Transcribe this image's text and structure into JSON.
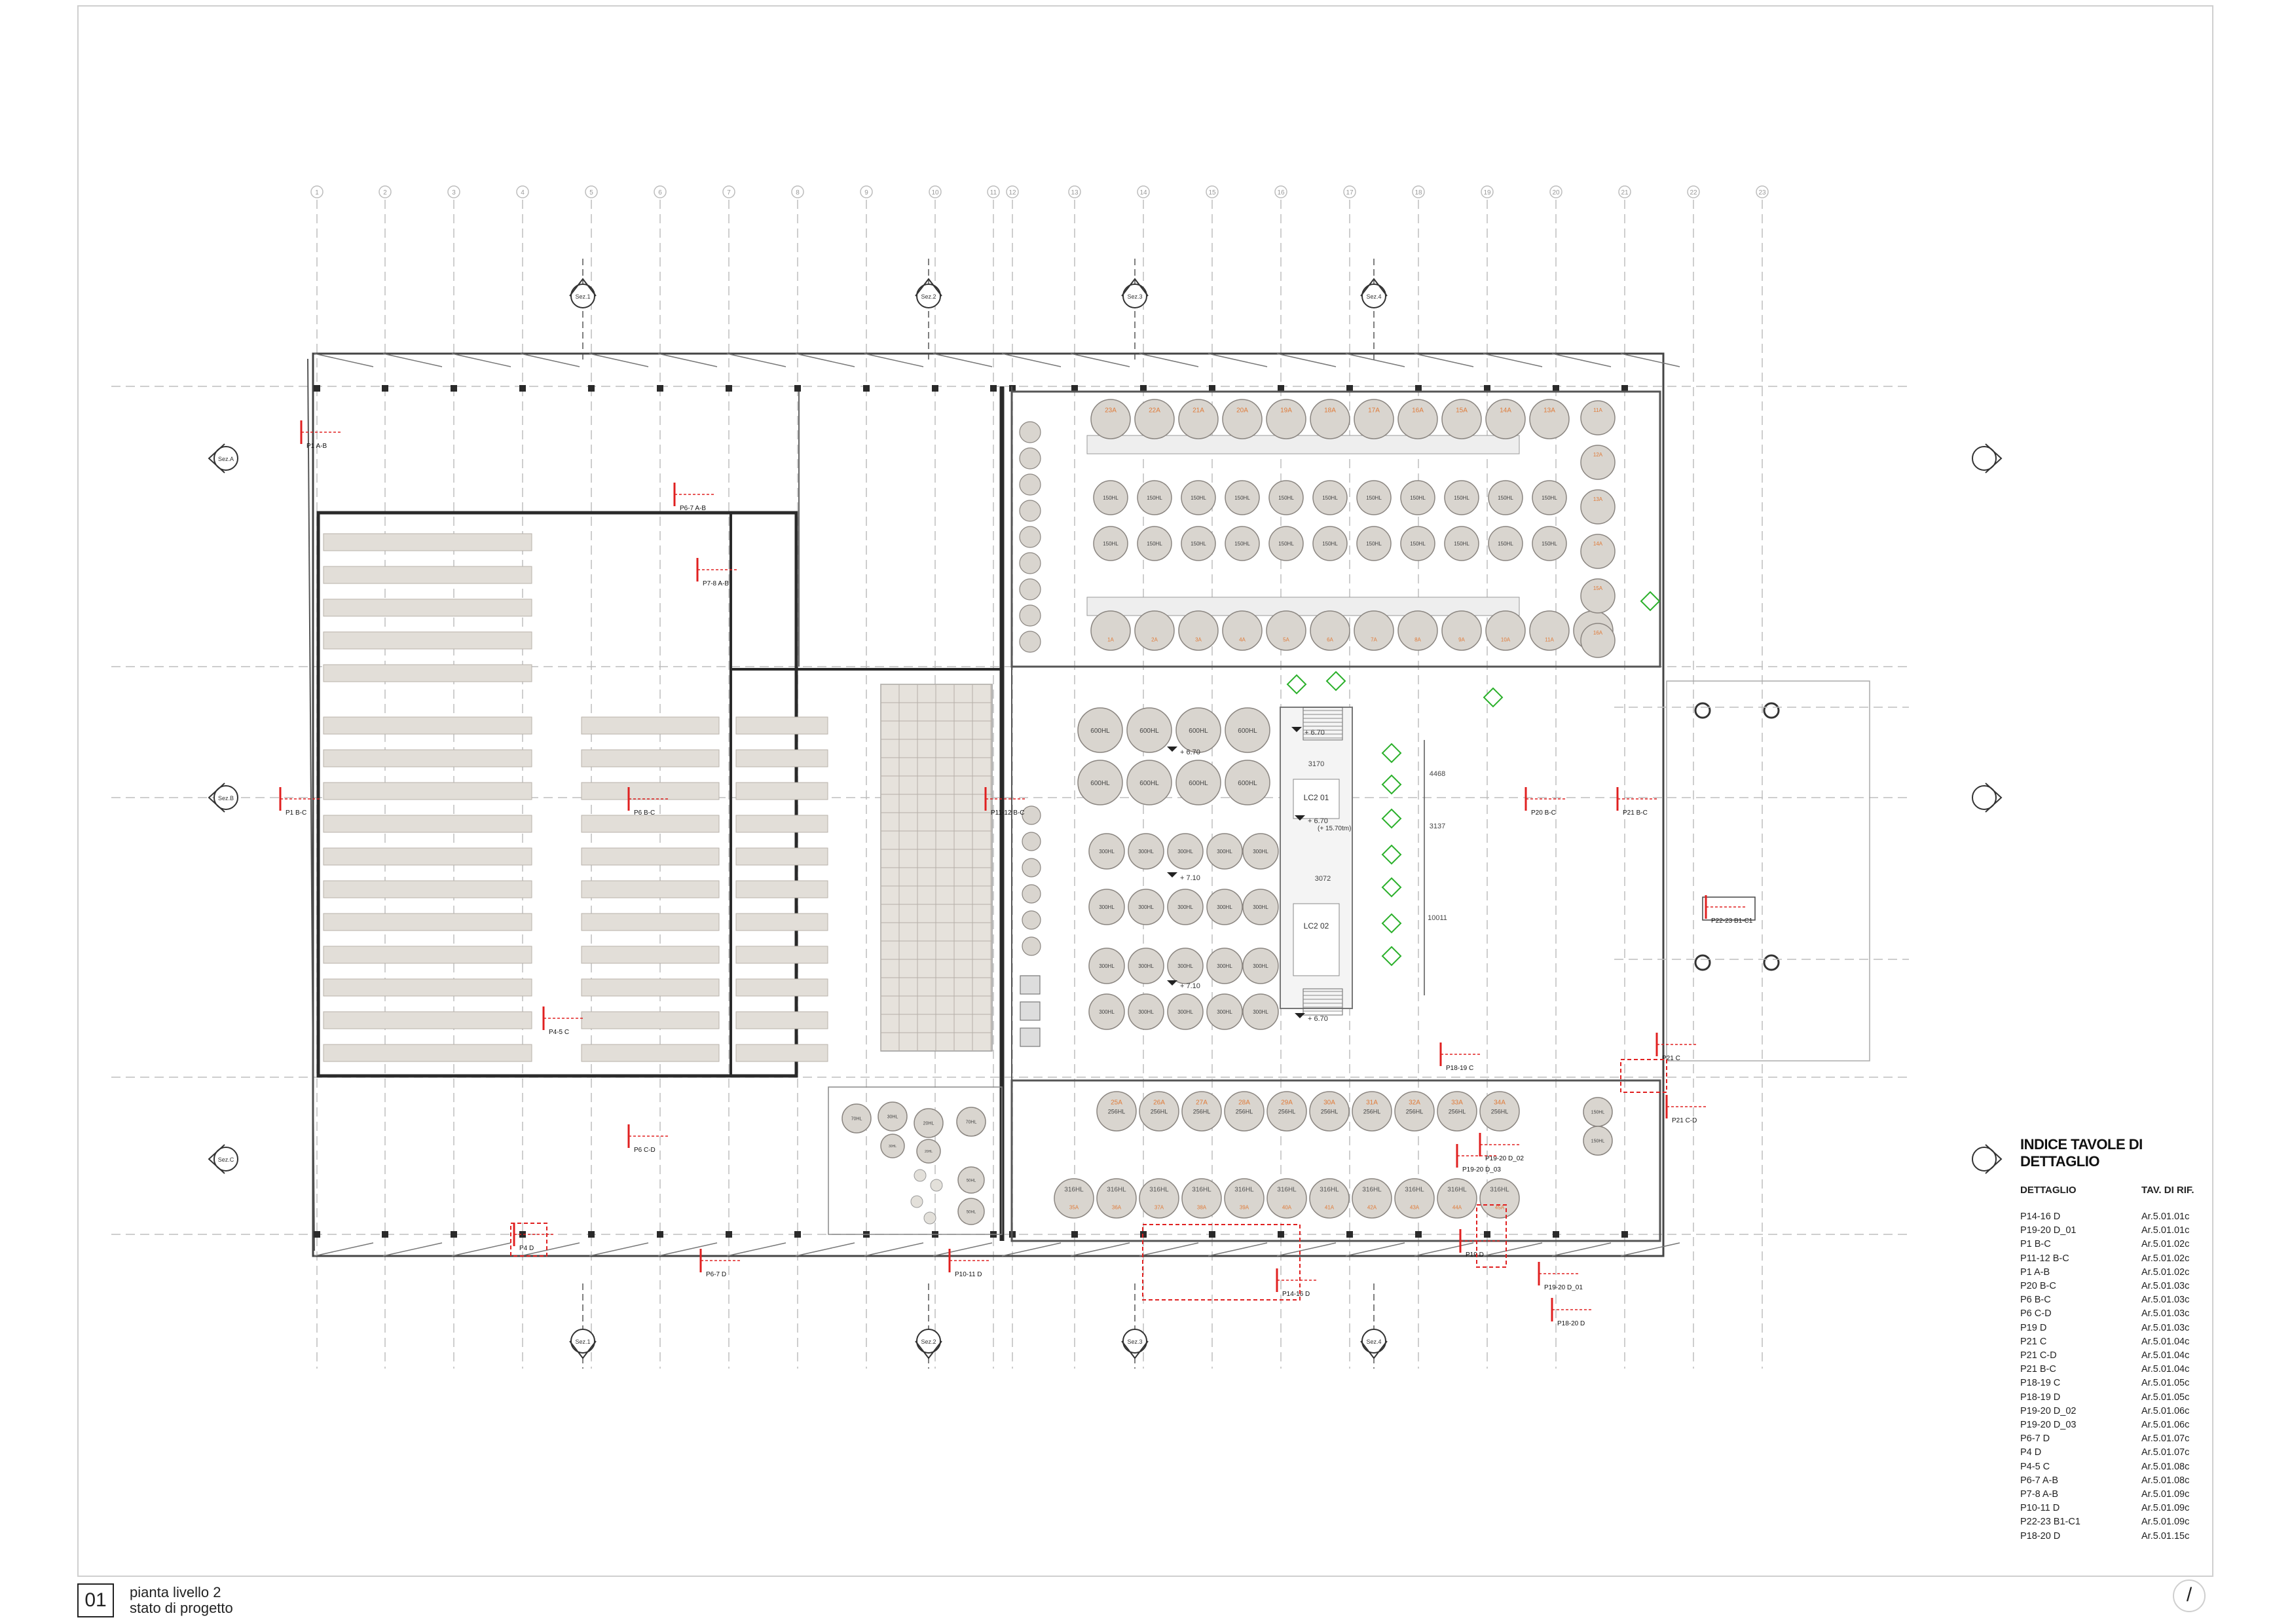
{
  "grid_labels": [
    "1",
    "2",
    "3",
    "4",
    "5",
    "6",
    "7",
    "8",
    "9",
    "10",
    "11",
    "12",
    "13",
    "14",
    "15",
    "16",
    "17",
    "18",
    "19",
    "20",
    "21",
    "22",
    "23"
  ],
  "section_marks": [
    "Sez.1",
    "Sez.2",
    "Sez.3",
    "Sez.4"
  ],
  "section_marks_bottom": [
    "Sez.1",
    "Sez.2",
    "Sez.3",
    "Sez.4"
  ],
  "side_section_marks": [
    "Sez.A",
    "Sez.B",
    "Sez.C"
  ],
  "detail_callouts": [
    "P1 A-B",
    "P6-7 A-B",
    "P7-8 A-B",
    "P1 B-C",
    "P6 B-C",
    "P11-12 B-C",
    "P4-5 C",
    "P6 C-D",
    "P4 D",
    "P6-7 D",
    "P10-11 D",
    "P14-16 D",
    "P18-19 C",
    "P19-20 D_02",
    "P19-20 D_03",
    "P19 D",
    "P19-20 D_01",
    "P18-20 D",
    "P20 B-C",
    "P21 B-C",
    "P22-23 B1-C1",
    "P21 C",
    "P21 C-D"
  ],
  "room_labels": [
    "LC2 01",
    "LC2 02"
  ],
  "dimension_labels": [
    "3170",
    "3072",
    "4468",
    "3137",
    "10011"
  ],
  "level_labels": [
    "+ 6.70",
    "+ 6.70",
    "+ 6.70",
    "+ 7.10",
    "+ 7.10",
    "+ 6.70",
    "(+ 15.70tm)"
  ],
  "tank_labels_top": [
    "23A",
    "22A",
    "21A",
    "20A",
    "19A",
    "18A",
    "17A",
    "16A",
    "15A",
    "14A",
    "13A"
  ],
  "tank_labels_mid": [
    "150HL",
    "150HL",
    "150HL",
    "150HL",
    "150HL",
    "150HL",
    "150HL",
    "150HL",
    "150HL",
    "150HL",
    "150HL"
  ],
  "tank_labels_low": [
    "1A",
    "2A",
    "3A",
    "4A",
    "5A",
    "6A",
    "7A",
    "8A",
    "9A",
    "10A",
    "11A",
    "12A"
  ],
  "tank_labels_side": [
    "11A",
    "12A",
    "13A",
    "14A",
    "15A",
    "16A"
  ],
  "tank_labels_6": [
    "600HL",
    "600HL",
    "600HL",
    "600HL"
  ],
  "tank_labels_3": [
    "300HL",
    "300HL",
    "300HL",
    "300HL",
    "300HL"
  ],
  "tank_labels_south_top": [
    "25A",
    "26A",
    "27A",
    "28A",
    "29A",
    "30A",
    "31A",
    "32A",
    "33A",
    "34A"
  ],
  "tank_labels_south_mid": [
    "256HL",
    "256HL",
    "256HL",
    "256HL",
    "256HL",
    "256HL",
    "256HL",
    "256HL",
    "256HL",
    "256HL"
  ],
  "tank_labels_south_low": [
    "35A",
    "36A",
    "37A",
    "38A",
    "39A",
    "40A",
    "41A",
    "42A",
    "43A",
    "44A",
    "45A"
  ],
  "tank_labels_south_cap": [
    "316HL",
    "316HL",
    "316HL",
    "316HL",
    "316HL",
    "316HL",
    "316HL",
    "316HL",
    "316HL",
    "316HL",
    "316HL"
  ],
  "tank_labels_small": [
    "70HL",
    "30HL",
    "20HL",
    "70HL",
    "30HL",
    "20HL",
    "50HL",
    "50HL"
  ],
  "tank_labels_side_south": [
    "150HL",
    "150HL"
  ],
  "index": {
    "title": "INDICE TAVOLE DI DETTAGLIO",
    "col_detail": "DETTAGLIO",
    "col_ref": "TAV. DI RIF.",
    "rows": [
      [
        "P14-16 D",
        "Ar.5.01.01c"
      ],
      [
        "P19-20 D_01",
        "Ar.5.01.01c"
      ],
      [
        "P1 B-C",
        "Ar.5.01.02c"
      ],
      [
        "P11-12 B-C",
        "Ar.5.01.02c"
      ],
      [
        "P1 A-B",
        "Ar.5.01.02c"
      ],
      [
        "P20 B-C",
        "Ar.5.01.03c"
      ],
      [
        "P6 B-C",
        "Ar.5.01.03c"
      ],
      [
        "P6 C-D",
        "Ar.5.01.03c"
      ],
      [
        "P19 D",
        "Ar.5.01.03c"
      ],
      [
        "P21 C",
        "Ar.5.01.04c"
      ],
      [
        "P21 C-D",
        "Ar.5.01.04c"
      ],
      [
        "P21 B-C",
        "Ar.5.01.04c"
      ],
      [
        "P18-19 C",
        "Ar.5.01.05c"
      ],
      [
        "P18-19 D",
        "Ar.5.01.05c"
      ],
      [
        "P19-20 D_02",
        "Ar.5.01.06c"
      ],
      [
        "P19-20 D_03",
        "Ar.5.01.06c"
      ],
      [
        "P6-7 D",
        "Ar.5.01.07c"
      ],
      [
        "P4 D",
        "Ar.5.01.07c"
      ],
      [
        "P4-5 C",
        "Ar.5.01.08c"
      ],
      [
        "P6-7 A-B",
        "Ar.5.01.08c"
      ],
      [
        "P7-8 A-B",
        "Ar.5.01.09c"
      ],
      [
        "P10-11 D",
        "Ar.5.01.09c"
      ],
      [
        "P22-23 B1-C1",
        "Ar.5.01.09c"
      ],
      [
        "P18-20 D",
        "Ar.5.01.15c"
      ]
    ]
  },
  "title_block": {
    "number": "01",
    "line1": "pianta livello 2",
    "line2": "stato di progetto",
    "north": "/"
  },
  "colors": {
    "wall": "#2a2a2a",
    "grid": "#bdbdbd",
    "tank_fill": "#d9d5cf",
    "tank_stroke": "#8a8580",
    "tank_text_orange": "#e07b39",
    "callout_red": "#e02020",
    "level_green": "#2bb02b",
    "seat_fill": "#e2ded8"
  }
}
